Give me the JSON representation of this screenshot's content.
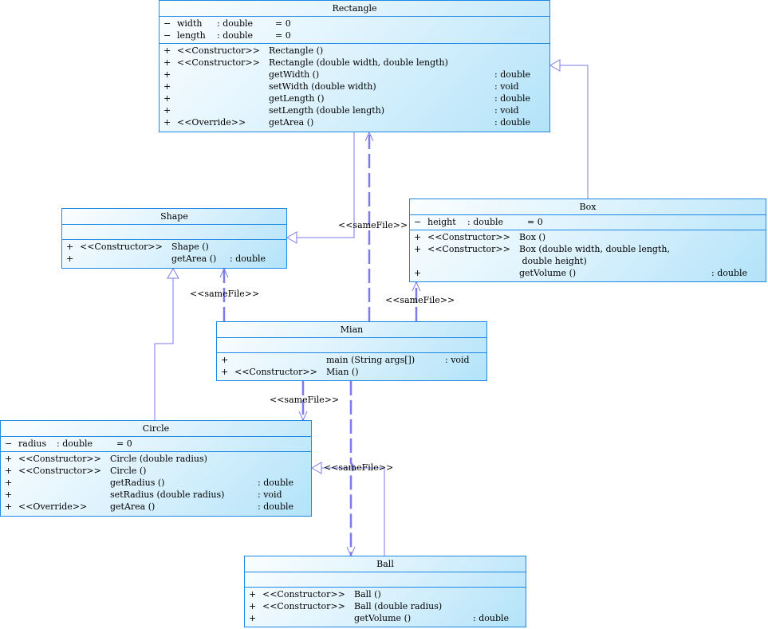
{
  "colors": {
    "border": "#1e88e5",
    "connector": "#7b7bea",
    "fill_start": "#fbfeff",
    "fill_end": "#b3e3f9"
  },
  "classes": {
    "rectangle": {
      "name": "Rectangle",
      "attributes": [
        {
          "vis": "−",
          "name": "width",
          "type": ": double",
          "default": "= 0"
        },
        {
          "vis": "−",
          "name": "length",
          "type": ": double",
          "default": "= 0"
        }
      ],
      "operations": [
        {
          "vis": "+",
          "stereo": "<<Constructor>>",
          "sig": "Rectangle ()",
          "ret": ""
        },
        {
          "vis": "+",
          "stereo": "<<Constructor>>",
          "sig": "Rectangle (double width, double length)",
          "ret": ""
        },
        {
          "vis": "+",
          "stereo": "",
          "sig": "getWidth ()",
          "ret": ": double"
        },
        {
          "vis": "+",
          "stereo": "",
          "sig": "setWidth (double width)",
          "ret": ": void"
        },
        {
          "vis": "+",
          "stereo": "",
          "sig": "getLength ()",
          "ret": ": double"
        },
        {
          "vis": "+",
          "stereo": "",
          "sig": "setLength (double length)",
          "ret": ": void"
        },
        {
          "vis": "+",
          "stereo": "<<Override>>",
          "sig": "getArea ()",
          "ret": ": double"
        }
      ]
    },
    "box": {
      "name": "Box",
      "attributes": [
        {
          "vis": "−",
          "name": "height",
          "type": ": double",
          "default": "= 0"
        }
      ],
      "operations": [
        {
          "vis": "+",
          "stereo": "<<Constructor>>",
          "sig": "Box ()",
          "ret": ""
        },
        {
          "vis": "+",
          "stereo": "<<Constructor>>",
          "sig": "Box (double width, double length,",
          "ret": ""
        },
        {
          "vis": "",
          "stereo": "",
          "sig": " double height)",
          "ret": ""
        },
        {
          "vis": "+",
          "stereo": "",
          "sig": "getVolume ()",
          "ret": ": double"
        }
      ]
    },
    "shape": {
      "name": "Shape",
      "attributes": [],
      "operations": [
        {
          "vis": "+",
          "stereo": "<<Constructor>>",
          "sig": "Shape ()",
          "ret": ""
        },
        {
          "vis": "+",
          "stereo": "",
          "sig": "getArea ()",
          "ret": ": double"
        }
      ]
    },
    "mian": {
      "name": "Mian",
      "attributes": [],
      "operations": [
        {
          "vis": "+",
          "stereo": "",
          "sig": "main (String args[])",
          "ret": ": void"
        },
        {
          "vis": "+",
          "stereo": "<<Constructor>>",
          "sig": "Mian ()",
          "ret": ""
        }
      ]
    },
    "circle": {
      "name": "Circle",
      "attributes": [
        {
          "vis": "−",
          "name": "radius",
          "type": ": double",
          "default": "= 0"
        }
      ],
      "operations": [
        {
          "vis": "+",
          "stereo": "<<Constructor>>",
          "sig": "Circle (double radius)",
          "ret": ""
        },
        {
          "vis": "+",
          "stereo": "<<Constructor>>",
          "sig": "Circle ()",
          "ret": ""
        },
        {
          "vis": "+",
          "stereo": "",
          "sig": "getRadius ()",
          "ret": ": double"
        },
        {
          "vis": "+",
          "stereo": "",
          "sig": "setRadius (double radius)",
          "ret": ": void"
        },
        {
          "vis": "+",
          "stereo": "<<Override>>",
          "sig": "getArea ()",
          "ret": ": double"
        }
      ]
    },
    "ball": {
      "name": "Ball",
      "attributes": [],
      "operations": [
        {
          "vis": "+",
          "stereo": "<<Constructor>>",
          "sig": "Ball ()",
          "ret": ""
        },
        {
          "vis": "+",
          "stereo": "<<Constructor>>",
          "sig": "Ball (double radius)",
          "ret": ""
        },
        {
          "vis": "+",
          "stereo": "",
          "sig": "getVolume ()",
          "ret": ": double"
        }
      ]
    }
  },
  "relations": [
    {
      "id": "shape-extends-rectangle",
      "type": "generalization",
      "from": "Shape",
      "to": "Rectangle"
    },
    {
      "id": "box-extends-rectangle",
      "type": "generalization",
      "from": "Box",
      "to": "Rectangle"
    },
    {
      "id": "circle-extends-shape",
      "type": "generalization",
      "from": "Circle",
      "to": "Shape"
    },
    {
      "id": "ball-extends-circle",
      "type": "generalization",
      "from": "Ball",
      "to": "Circle"
    },
    {
      "id": "mian-rectangle",
      "type": "dependency",
      "from": "Mian",
      "to": "Rectangle",
      "label": "<<sameFile>>"
    },
    {
      "id": "mian-shape",
      "type": "dependency",
      "from": "Mian",
      "to": "Shape",
      "label": "<<sameFile>>"
    },
    {
      "id": "mian-box",
      "type": "dependency",
      "from": "Mian",
      "to": "Box",
      "label": "<<sameFile>>"
    },
    {
      "id": "mian-circle",
      "type": "dependency",
      "from": "Mian",
      "to": "Circle",
      "label": "<<sameFile>>"
    },
    {
      "id": "mian-ball",
      "type": "dependency",
      "from": "Mian",
      "to": "Ball",
      "label": "<<sameFile>>"
    }
  ]
}
